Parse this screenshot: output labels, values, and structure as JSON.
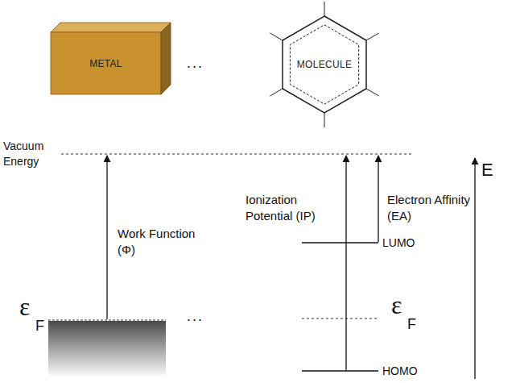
{
  "diagram": {
    "nodes": [
      {
        "text": [
          "METAL"
        ]
      },
      {
        "text": [
          "MOLECULE"
        ]
      }
    ],
    "labels": [
      "...",
      "Vacuum Energy",
      "Ionization Potential (IP)",
      "Electron Affinity (EA)",
      "E",
      "Work Function (Φ)",
      "LUMO",
      "ε",
      "F",
      "...",
      "ε",
      "F",
      "HOMO"
    ]
  }
}
